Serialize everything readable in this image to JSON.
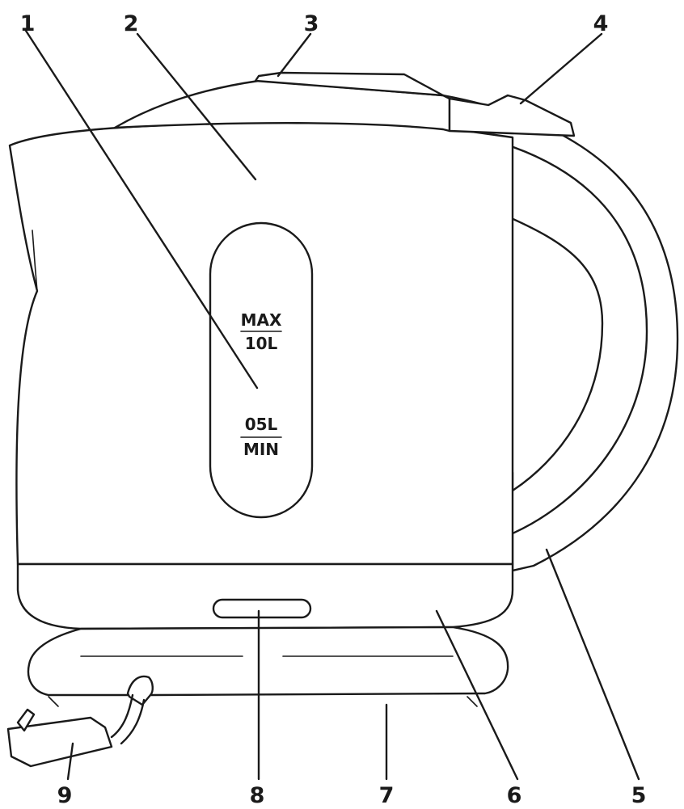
{
  "callouts": [
    {
      "id": "1",
      "label": "1"
    },
    {
      "id": "2",
      "label": "2"
    },
    {
      "id": "3",
      "label": "3"
    },
    {
      "id": "4",
      "label": "4"
    },
    {
      "id": "5",
      "label": "5"
    },
    {
      "id": "6",
      "label": "6"
    },
    {
      "id": "7",
      "label": "7"
    },
    {
      "id": "8",
      "label": "8"
    },
    {
      "id": "9",
      "label": "9"
    }
  ],
  "water_window": {
    "max_label": "MAX",
    "max_volume": "10L",
    "min_volume": "05L",
    "min_label": "MIN"
  },
  "colors": {
    "ink": "#1a1a1a",
    "paper": "#ffffff"
  }
}
